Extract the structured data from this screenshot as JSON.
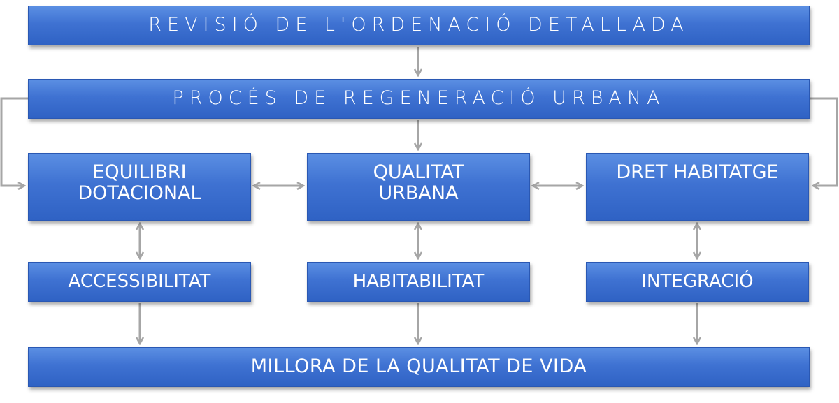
{
  "diagram": {
    "header_banner": "REVISIÓ DE L'ORDENACIÓ DETALLADA",
    "process_banner": "PROCÉS DE REGENERACIÓ URBANA",
    "pillars": {
      "left": "EQUILIBRI\nDOTACIONAL",
      "center": "QUALITAT\nURBANA",
      "right": "DRET HABITATGE"
    },
    "outcomes": {
      "left": "ACCESSIBILITAT",
      "center": "HABITABILITAT",
      "right": "INTEGRACIÓ"
    },
    "final_banner": "MILLORA DE LA QUALITAT DE VIDA"
  },
  "colors": {
    "box_fill_top": "#5b8fe3",
    "box_fill_bottom": "#2f62c4",
    "box_text": "#ffffff",
    "connector": "#a6a6a6"
  }
}
